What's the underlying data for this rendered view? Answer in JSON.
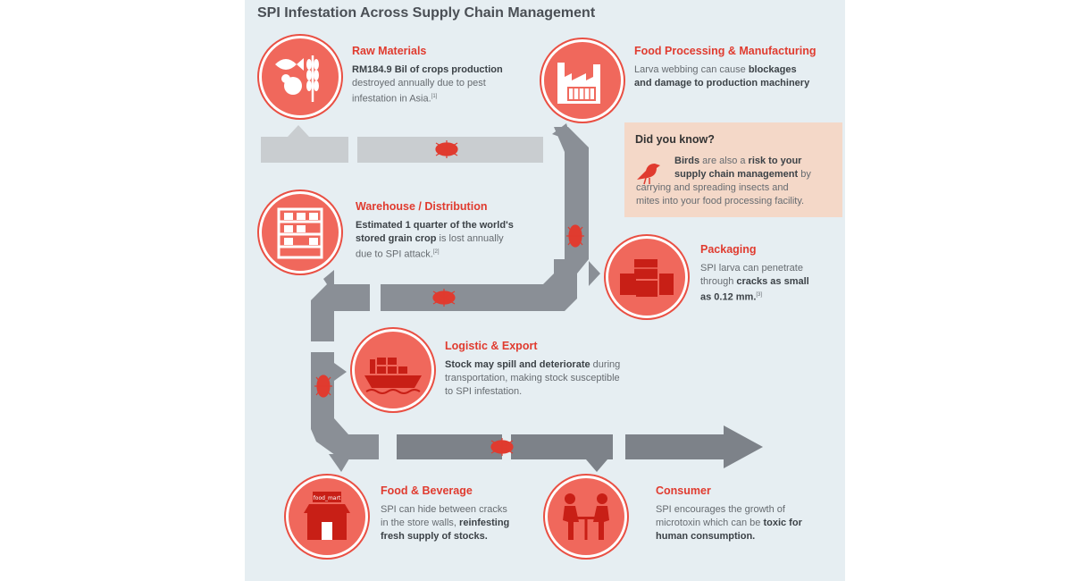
{
  "title": "SPI Infestation Across Supply Chain Management",
  "colors": {
    "accent": "#e03b2f",
    "circle": "#f0685c",
    "flow_dark": "#7d8289",
    "flow_light": "#c9cdd0",
    "panel": "#e6eef2",
    "callout": "#f4d8c8"
  },
  "stages": {
    "raw": {
      "icon": "fish-chicken-wheat-icon",
      "heading": "Raw Materials",
      "line1_bold": "RM184.9 Bil of crops production",
      "line2": "destroyed annually due to pest",
      "line3": "infestation in Asia.",
      "ref": "[1]"
    },
    "food_processing": {
      "icon": "factory-icon",
      "heading": "Food Processing & Manufacturing",
      "line1_pre": "Larva webbing can cause ",
      "line1_bold": "blockages",
      "line2_bold": "and damage to production machinery"
    },
    "warehouse": {
      "icon": "warehouse-shelves-icon",
      "heading": "Warehouse / Distribution",
      "line1_bold": "Estimated 1 quarter of the world's",
      "line2_bold": "stored grain crop",
      "line2_rest": " is lost annually",
      "line3": "due to SPI attack.",
      "ref": "[2]"
    },
    "packaging": {
      "icon": "boxes-icon",
      "heading": "Packaging",
      "line1": "SPI larva can penetrate",
      "line2_pre": "through ",
      "line2_bold": "cracks as small",
      "line3_bold": "as 0.12 mm.",
      "ref": "[3]"
    },
    "logistic": {
      "icon": "cargo-ship-icon",
      "heading": "Logistic & Export",
      "line1_bold": "Stock may spill and deteriorate",
      "line1_rest": " during",
      "line2": "transportation, making stock susceptible",
      "line3": "to SPI infestation."
    },
    "food_beverage": {
      "icon": "store-icon",
      "store_sign": "food_mart",
      "heading": "Food & Beverage",
      "line1": "SPI can hide between cracks",
      "line2_pre": "in the store walls, ",
      "line2_bold": "reinfesting",
      "line3_bold": "fresh supply of stocks."
    },
    "consumer": {
      "icon": "dining-people-icon",
      "heading": "Consumer",
      "line1": "SPI encourages the growth of",
      "line2_pre": "microtoxin which can be ",
      "line2_bold": "toxic for",
      "line3_bold": "human consumption."
    }
  },
  "did_you_know": {
    "title": "Did you know?",
    "bold1": "Birds",
    "text1": " are also a ",
    "bold2": "risk to your",
    "bold3": "supply chain management",
    "text2": " by",
    "line3": "carrying and spreading insects and",
    "line4": "mites into your food processing facility."
  }
}
